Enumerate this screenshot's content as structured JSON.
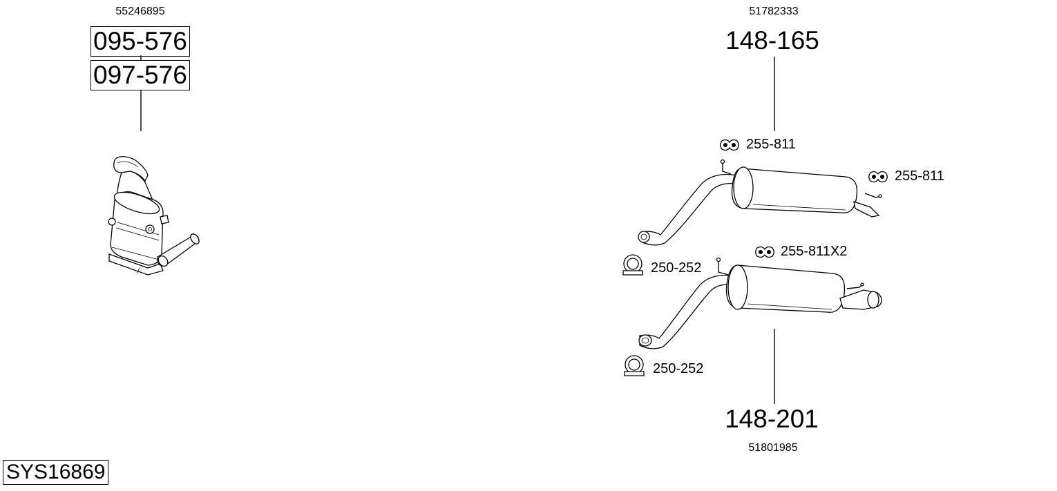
{
  "system_code": "SYS16869",
  "components": {
    "catalyst": {
      "oe_number": "55246895",
      "part_numbers": [
        "095-576",
        "097-576"
      ]
    },
    "rear_silencer_a": {
      "oe_number": "51782333",
      "part_number": "148-165"
    },
    "rear_silencer_b": {
      "oe_number": "51801985",
      "part_number": "148-201"
    }
  },
  "hardware": {
    "hanger_1": "255-811",
    "hanger_2": "255-811",
    "hanger_3": "255-811X2",
    "clamp_1": "250-252",
    "clamp_2": "250-252"
  },
  "icons": {
    "hanger": "rubber-hanger-icon",
    "clamp": "pipe-clamp-icon"
  }
}
